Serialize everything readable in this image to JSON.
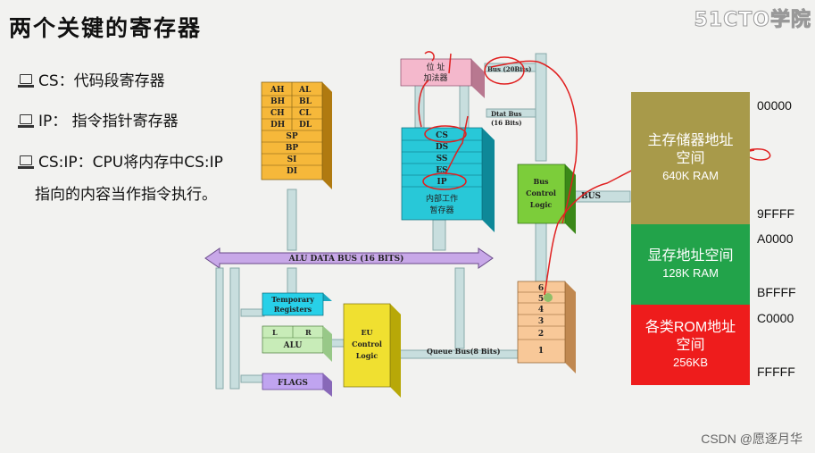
{
  "title": "两个关键的寄存器",
  "watermark": "51CTO学院",
  "bullets": [
    {
      "text": "CS：代码段寄存器"
    },
    {
      "text": "IP： 指令指针寄存器"
    },
    {
      "text": "CS:IP：CPU将内存中CS:IP"
    }
  ],
  "bullet_continuation": "指向的内容当作指令执行。",
  "diagram": {
    "gp_registers": [
      [
        "AH",
        "AL"
      ],
      [
        "BH",
        "BL"
      ],
      [
        "CH",
        "CL"
      ],
      [
        "DH",
        "DL"
      ]
    ],
    "ptr_registers": [
      "SP",
      "BP",
      "SI",
      "DI"
    ],
    "addr_adder": [
      "位 址",
      "加法器"
    ],
    "bus20": "Bus (20Bits)",
    "data_bus": [
      "Dtat Bus",
      "(16 Bits)"
    ],
    "seg_registers": [
      "CS",
      "DS",
      "SS",
      "ES",
      "IP"
    ],
    "internal_regs": [
      "内部工作",
      "暂存器"
    ],
    "bus_control": [
      "Bus",
      "Control",
      "Logic"
    ],
    "bus_label": "BUS",
    "alu_bus": "ALU DATA BUS (16 BITS)",
    "temp_regs": [
      "Temporary",
      "Registers"
    ],
    "alu_l": "L",
    "alu_r": "R",
    "alu": "ALU",
    "flags": "FLAGS",
    "eu_control": [
      "EU",
      "Control",
      "Logic"
    ],
    "queue_bus": "Queue Bus(8 Bits)",
    "queue_slots": [
      "6",
      "5",
      "4",
      "3",
      "2",
      "1"
    ]
  },
  "memory": [
    {
      "title": [
        "主存储器地址",
        "空间"
      ],
      "size": "640K RAM",
      "color": "#a89a4a"
    },
    {
      "title": [
        "显存地址空间"
      ],
      "size": "128K RAM",
      "color": "#22a34a"
    },
    {
      "title": [
        "各类ROM地址",
        "空间"
      ],
      "size": "256KB",
      "color": "#ee1c1c"
    }
  ],
  "addresses": [
    "00000",
    "9FFFF",
    "A0000",
    "BFFFF",
    "C0000",
    "FFFFF"
  ],
  "credit": "CSDN @愿逐月华"
}
